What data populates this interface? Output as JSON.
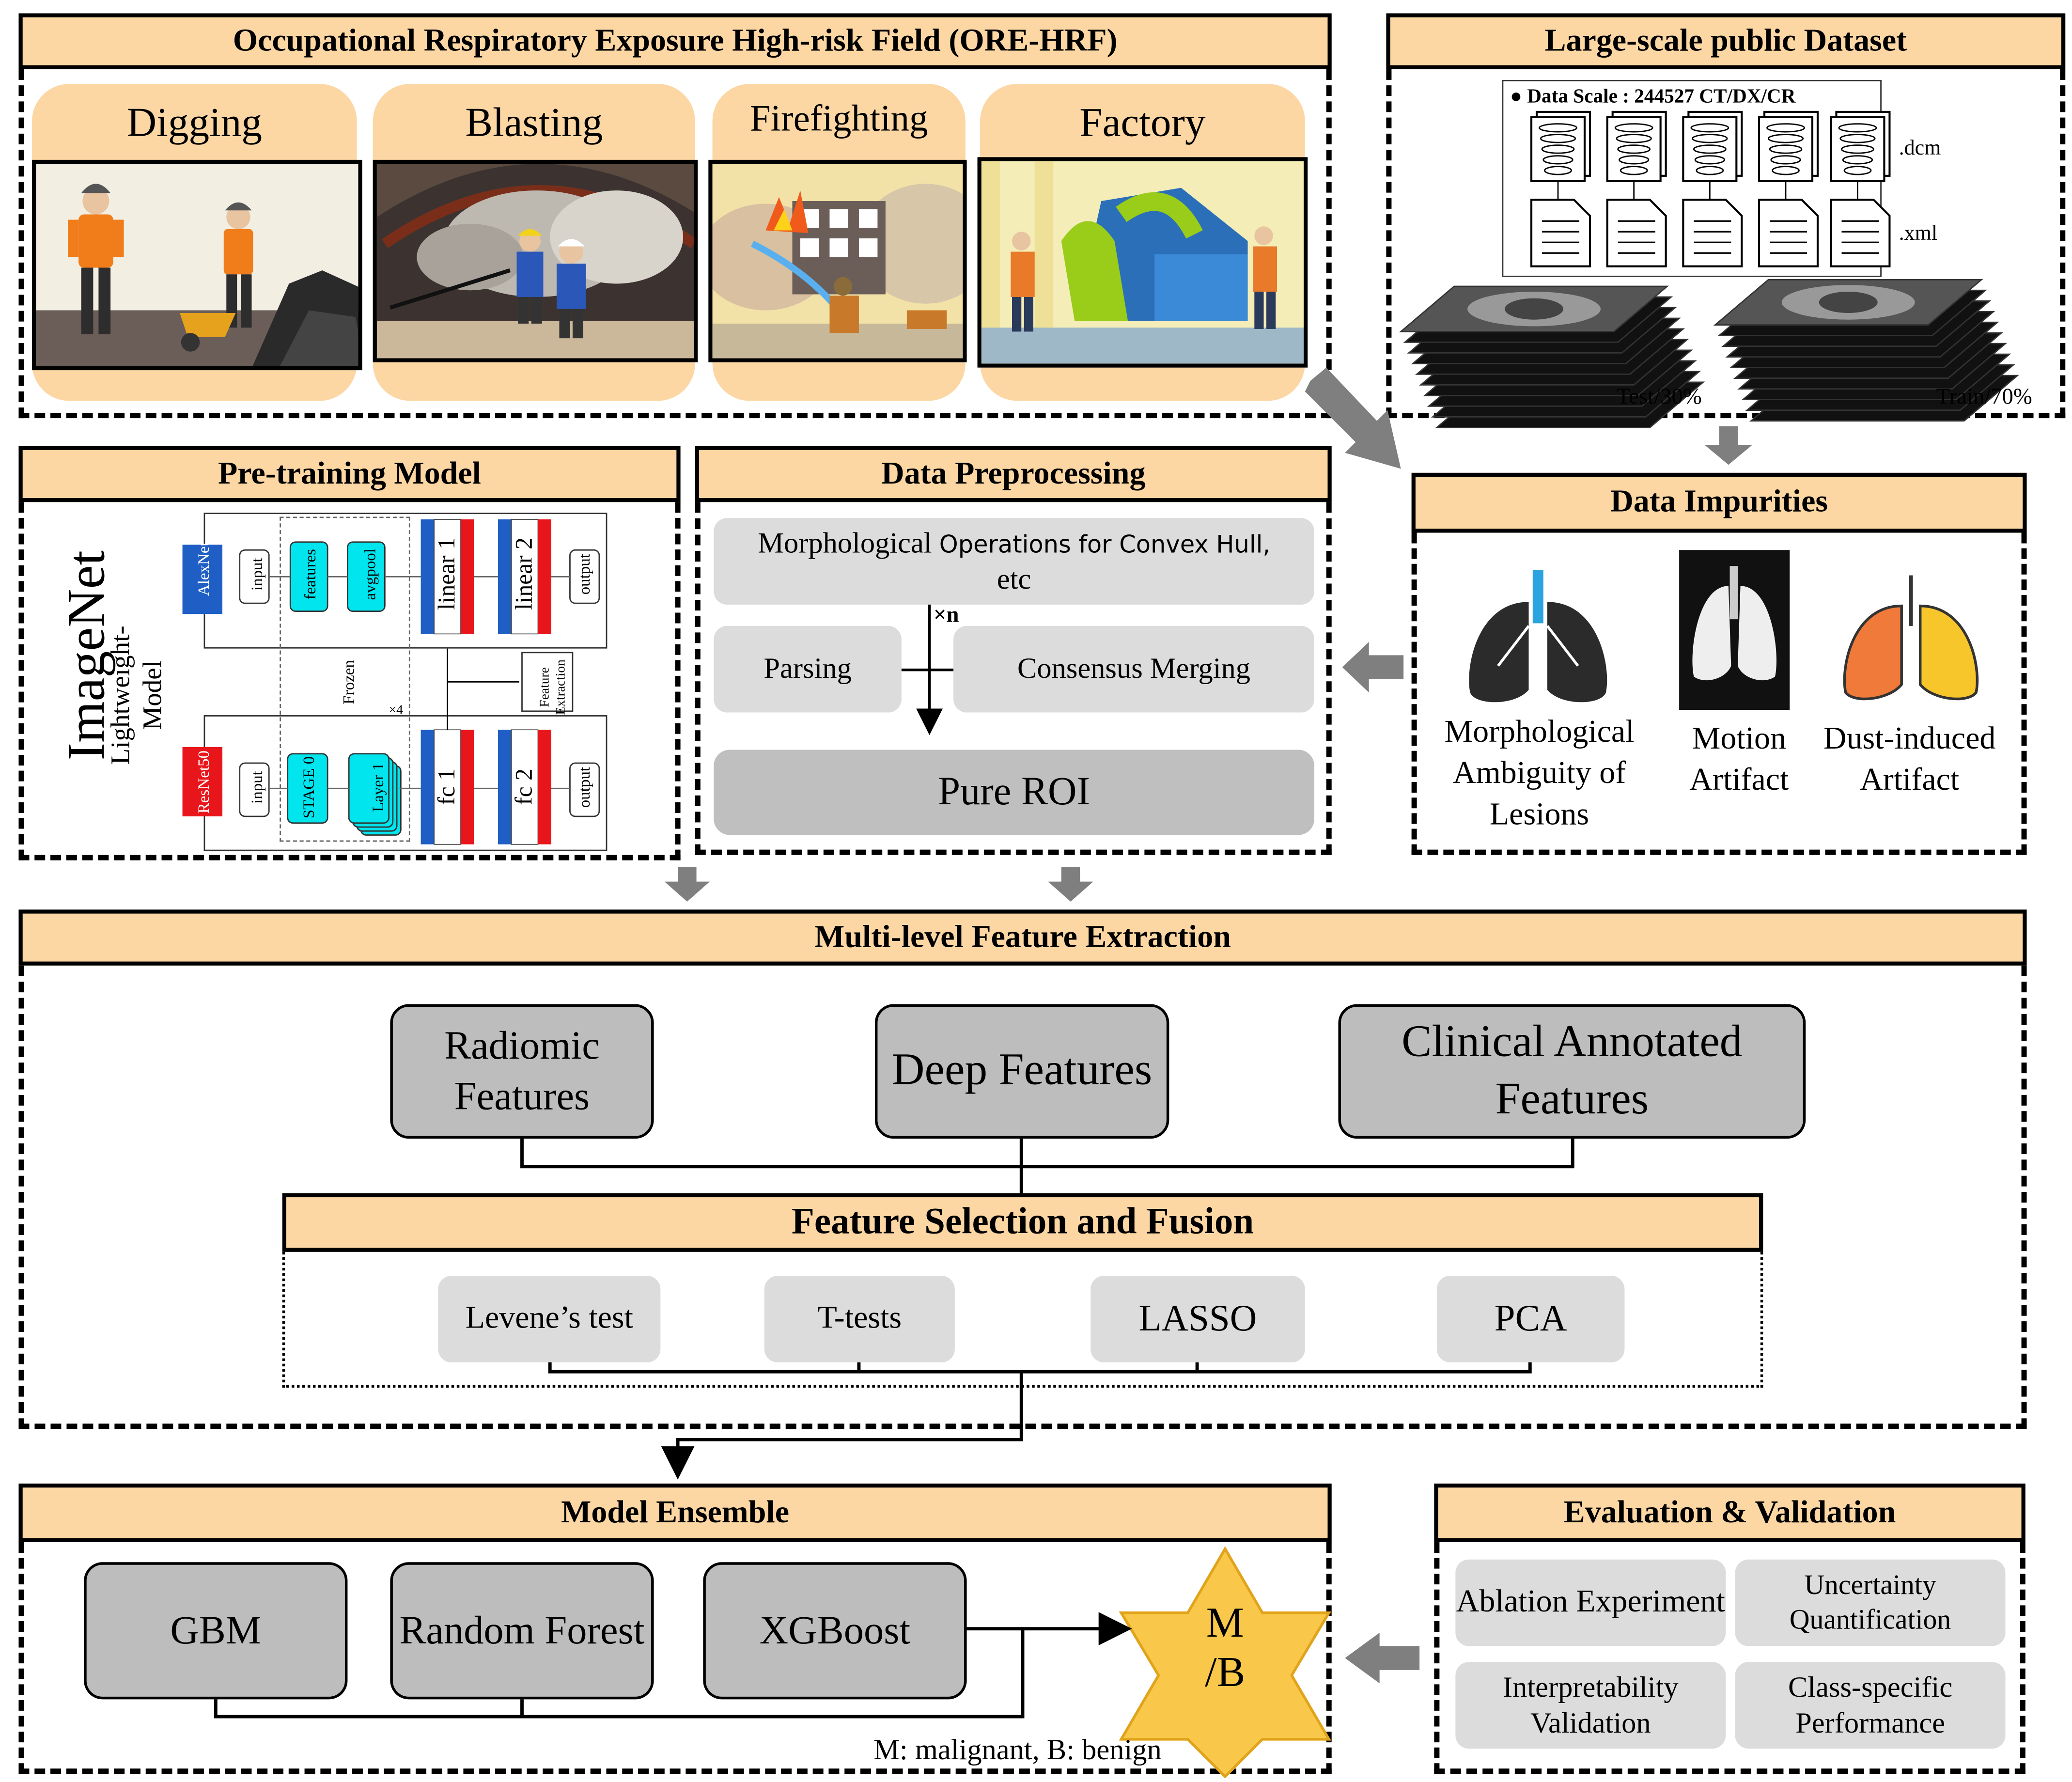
{
  "ore": {
    "title": "Occupational Respiratory Exposure High-risk Field (ORE-HRF)",
    "scenes": [
      "Digging",
      "Blasting",
      "Firefighting",
      "Factory"
    ]
  },
  "dataset": {
    "title": "Large-scale public Dataset",
    "scale": "Data Scale : 244527 CT/DX/CR",
    "dcm": ".dcm",
    "xml": ".xml",
    "test": "Test/30%",
    "train": "Train/70%"
  },
  "pretrain": {
    "title": "Pre-training Model",
    "imagenet": "ImageNet",
    "lightweight": "Lightweight-Model",
    "alexnet": "AlexNet",
    "resnet": "ResNet50",
    "input": "input",
    "features": "features",
    "avgpool": "avgpool",
    "linear1": "linear 1",
    "linear2": "linear 2",
    "output": "output",
    "stage0": "STAGE 0",
    "layer1": "Layer 1",
    "fc1": "fc 1",
    "fc2": "fc 2",
    "frozen": "Frozen",
    "feature_extraction": "Feature Extraction",
    "x4": "×4"
  },
  "preproc": {
    "title": "Data Preprocessing",
    "morph_a": "Morphological",
    "morph_b": "Operations for Convex Hull,",
    "morph_c": "etc",
    "xn": "×n",
    "parsing": "Parsing",
    "consensus": "Consensus Merging",
    "roi": "Pure ROI"
  },
  "impurities": {
    "title": "Data Impurities",
    "items": [
      "Morphological Ambiguity of Lesions",
      "Motion Artifact",
      "Dust-induced Artifact"
    ]
  },
  "mfe": {
    "title": "Multi-level Feature Extraction",
    "features": [
      "Radiomic Features",
      "Deep Features",
      "Clinical Annotated Features"
    ]
  },
  "fusion": {
    "title": "Feature Selection and Fusion",
    "methods": [
      "Levene’s test",
      "T-tests",
      "LASSO",
      "PCA"
    ]
  },
  "ensemble": {
    "title": "Model Ensemble",
    "models": [
      "GBM",
      "Random Forest",
      "XGBoost"
    ],
    "output": "M /B",
    "legend": "M: malignant, B: benign"
  },
  "evaluation": {
    "title": "Evaluation & Validation",
    "items": [
      "Ablation Experiment",
      "Uncertainty Quantification",
      "Interpretability Validation",
      "Class-specific Performance"
    ]
  },
  "colors": {
    "header": "#fcd7a3",
    "box": "#bdbdbd",
    "light_box": "#dcdcdc",
    "arrow": "#7f7f7f",
    "cyan": "#00e5ee",
    "blue": "#1f5ec4",
    "red": "#e8151b"
  }
}
